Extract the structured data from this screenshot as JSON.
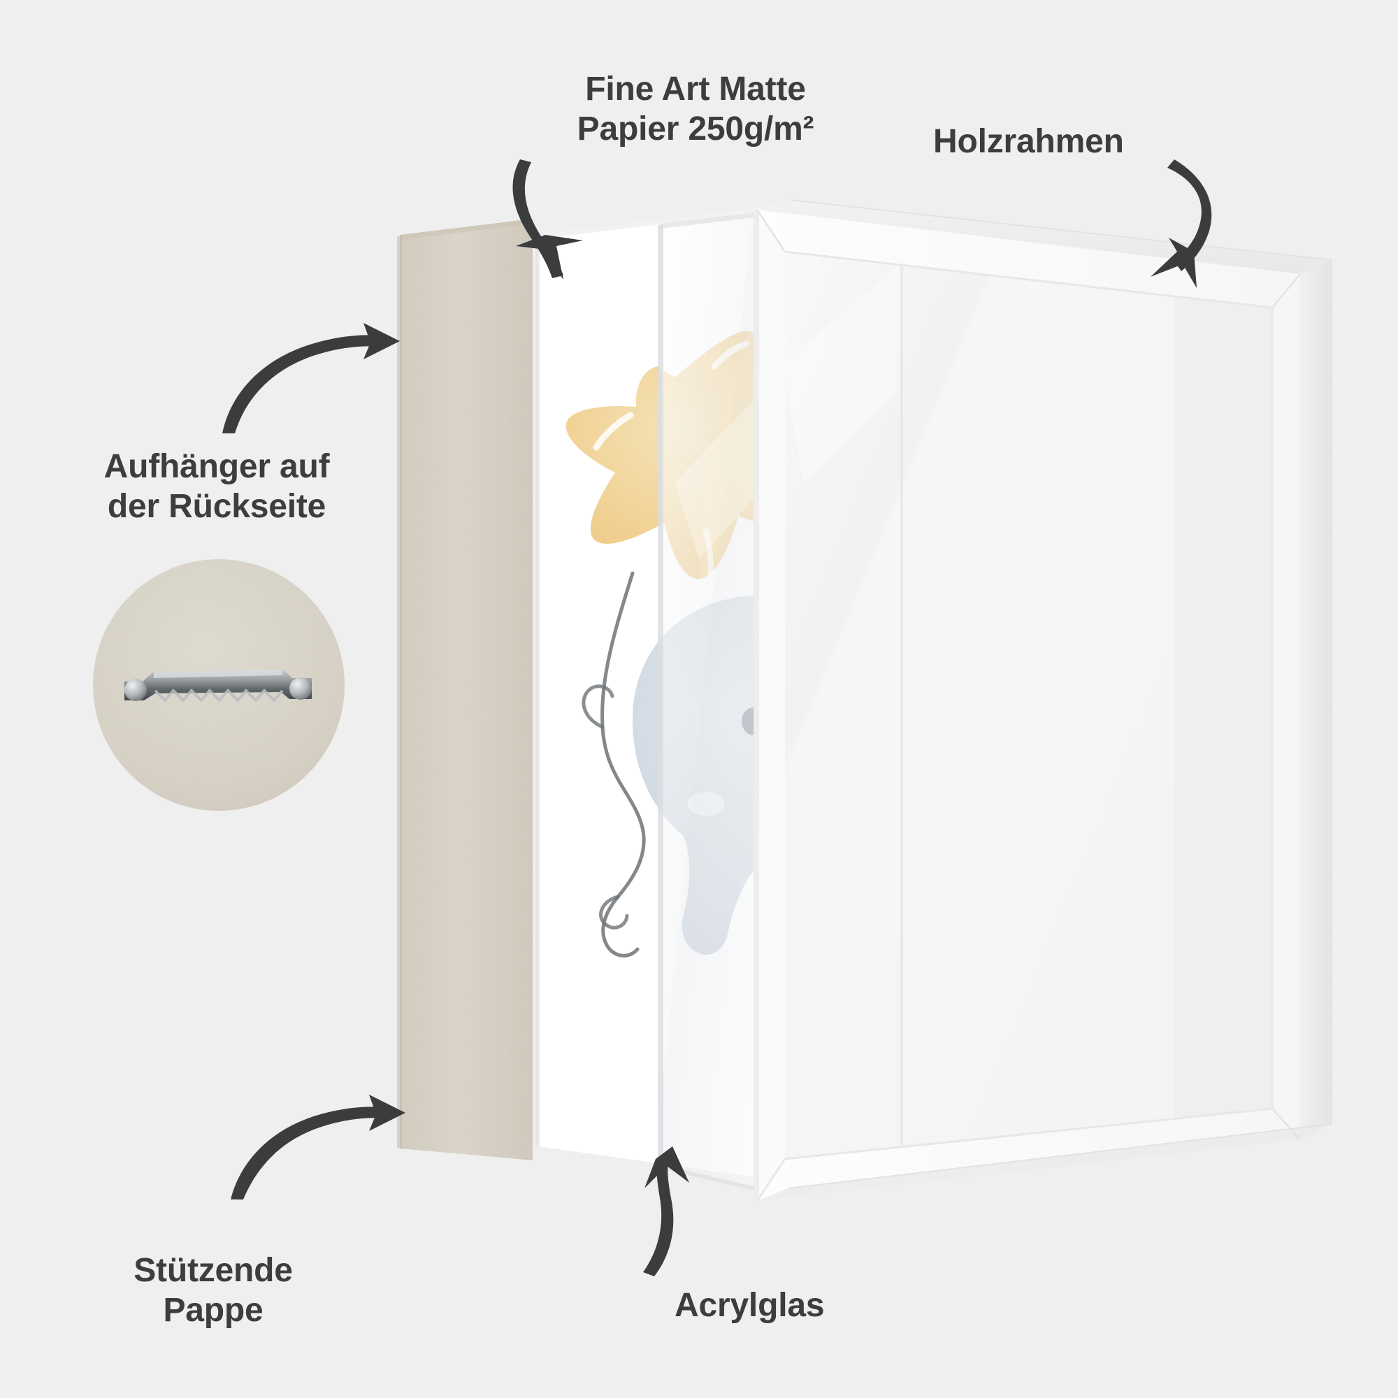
{
  "background_color": "#efefef",
  "text_color": "#3b3d3f",
  "arrow_color": "#3a3c3e",
  "labels": {
    "paper": "Fine Art Matte\nPapier 250g/m²",
    "frame": "Holzrahmen",
    "hanger": "Aufhänger auf\nder Rückseite",
    "acrylic": "Acrylglas",
    "backing": "Stützende\nPappe"
  },
  "layers": [
    {
      "name": "backing-board",
      "label_ref": "backing",
      "color": "#d9d2c4"
    },
    {
      "name": "art-print-paper",
      "label_ref": "paper",
      "color": "#ffffff"
    },
    {
      "name": "acrylic-glass",
      "label_ref": "acrylic",
      "color": "#f4f5f6"
    },
    {
      "name": "wooden-frame",
      "label_ref": "frame",
      "color": "#fbfbfb"
    }
  ],
  "artwork": {
    "title": "Baby elephant with star balloon",
    "star_color": "#f7d08a",
    "star_color_light": "#fbe3ba",
    "elephant_body": "#cdd7e2",
    "elephant_shade": "#b9c6d6",
    "ear_inner": "#f6bfc0",
    "string_color": "#6e7377"
  },
  "hanger_detail": {
    "name": "sawtooth-hanger",
    "board_color": "#ddd8cc",
    "metal_color": "#8d9194"
  }
}
